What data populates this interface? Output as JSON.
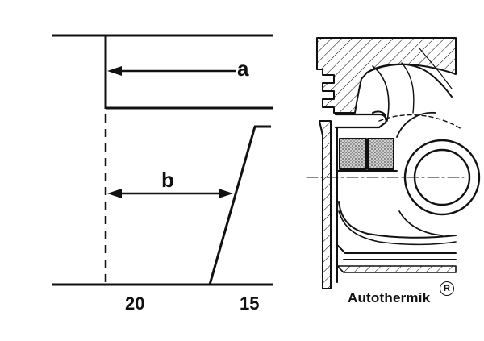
{
  "diagram": {
    "label_a": "a",
    "label_b": "b",
    "tick_left": "20",
    "tick_right": "15",
    "brand_name": "Autothermik",
    "registered_mark": "R",
    "colors": {
      "ink": "#111111",
      "background": "#ffffff",
      "ring_fill": "#c8c8c8"
    }
  }
}
